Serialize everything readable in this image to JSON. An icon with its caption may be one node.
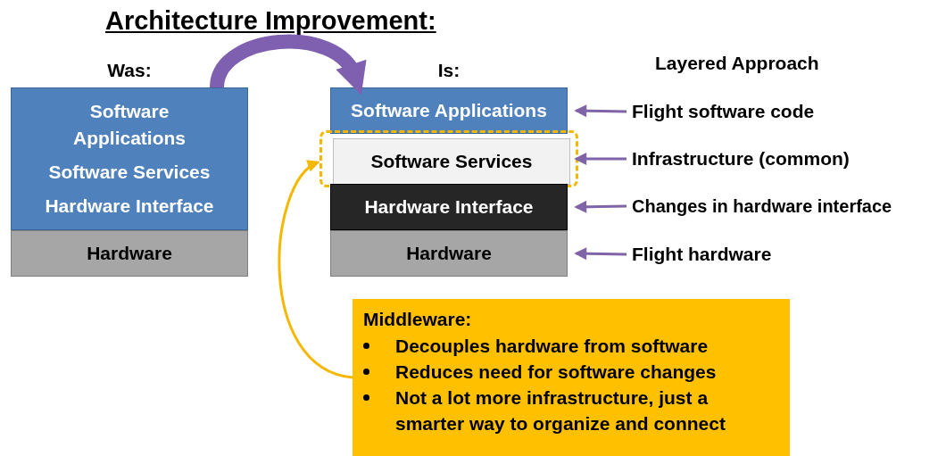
{
  "diagram": {
    "title": "Architecture Improvement:",
    "nodes": [
      {
        "text": [
          "Software Applications",
          "Software Services",
          "Hardware Interface"
        ],
        "beside": [
          "Was:"
        ]
      },
      {
        "text": [
          "Hardware"
        ]
      },
      {
        "text": [
          "Software Applications"
        ],
        "beside": [
          "Is:"
        ]
      },
      {
        "text": [],
        "shape": "box"
      },
      {
        "text": [
          "Software Services"
        ],
        "in": 3
      },
      {
        "text": [
          "Hardware Interface"
        ]
      },
      {
        "text": [
          "Hardware"
        ]
      },
      {
        "text": [
          "Flight software code"
        ]
      },
      {
        "text": [
          "Infrastructure (common)"
        ]
      },
      {
        "text": [
          "Changes in hardware interface"
        ]
      },
      {
        "text": [
          "Flight hardware"
        ]
      },
      {
        "text": [
          "Middleware:",
          "Decouples hardware from software",
          "Reduces need for software changes",
          "Not a lot more infrastructure, just a smarter way to organize and connect"
        ]
      }
    ],
    "edges": [
      {
        "from": 0,
        "to": 2,
        "arrow": "to",
        "style": "thick",
        "color": "#7e5fb0"
      },
      {
        "from": 7,
        "to": 2,
        "arrow": "to"
      },
      {
        "from": 8,
        "to": 4,
        "arrow": "to"
      },
      {
        "from": 9,
        "to": 5,
        "arrow": "to"
      },
      {
        "from": 10,
        "to": 6,
        "arrow": "to"
      },
      {
        "from": 11,
        "to": 3,
        "arrow": "to",
        "color": "#f5b800"
      }
    ],
    "labels": [
      "Layered Approach"
    ]
  }
}
